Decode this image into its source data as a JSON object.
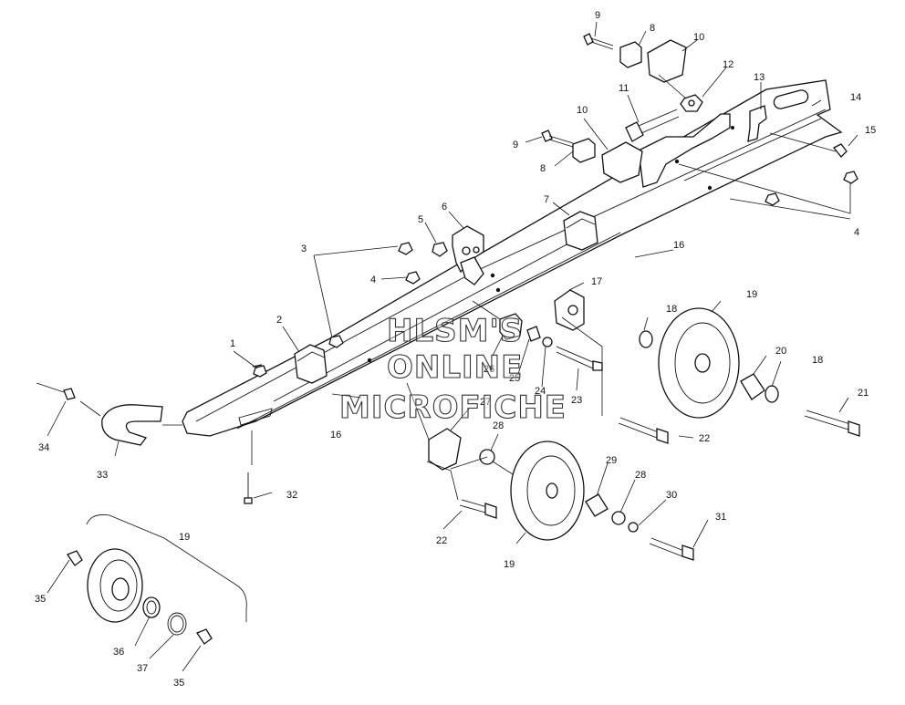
{
  "callouts": {
    "c1": "1",
    "c2": "2",
    "c3": "3",
    "c4a": "4",
    "c4b": "4",
    "c5": "5",
    "c6": "6",
    "c7": "7",
    "c8a": "8",
    "c8b": "8",
    "c9a": "9",
    "c9b": "9",
    "c10a": "10",
    "c10b": "10",
    "c11": "11",
    "c12": "12",
    "c13": "13",
    "c14": "14",
    "c15": "15",
    "c16a": "16",
    "c16b": "16",
    "c17": "17",
    "c18a": "18",
    "c18b": "18",
    "c19a": "19",
    "c19b": "19",
    "c19c": "19",
    "c20": "20",
    "c21": "21",
    "c22a": "22",
    "c22b": "22",
    "c23": "23",
    "c24": "24",
    "c25": "25",
    "c26": "26",
    "c27": "27",
    "c28a": "28",
    "c28b": "28",
    "c29": "29",
    "c30": "30",
    "c31": "31",
    "c32": "32",
    "c33": "33",
    "c34": "34",
    "c35a": "35",
    "c35b": "35",
    "c36": "36",
    "c37": "37"
  },
  "watermark": {
    "line1": "HLSM'S",
    "line2": "ONLINE",
    "line3": "MICROFICHE"
  }
}
